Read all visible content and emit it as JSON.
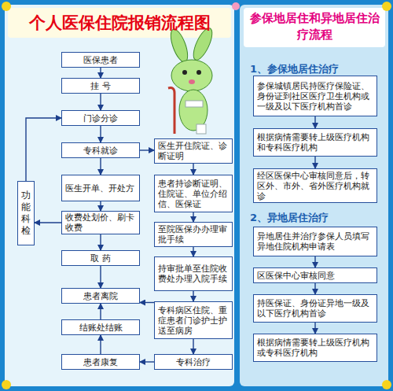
{
  "diagram": {
    "title": "个人医保住院报销流程图",
    "nodes": [
      {
        "text": [
          "医保患者"
        ]
      },
      {
        "text": [
          "挂 号"
        ]
      },
      {
        "text": [
          "门诊分诊"
        ]
      },
      {
        "text": [
          "专科就诊"
        ]
      },
      {
        "text": [
          "医生开单、开处方"
        ]
      },
      {
        "text": [
          "收费处划价、刷卡收费"
        ]
      },
      {
        "text": [
          "取 药"
        ]
      },
      {
        "text": [
          "患者离院"
        ]
      },
      {
        "text": [
          "结账处结账"
        ]
      },
      {
        "text": [
          "患者康复"
        ]
      },
      {
        "text": [
          "功能科检"
        ]
      },
      {
        "text": [
          "医生开住院证、诊断证明"
        ]
      },
      {
        "text": [
          "患者持诊断证明、住院证、单位介绍信、医保证"
        ]
      },
      {
        "text": [
          "至院医保办办理审批手续"
        ]
      },
      {
        "text": [
          "持审批单至住院收费处办理入院手续"
        ]
      },
      {
        "text": [
          "专科病区住院、重症患者门诊护士护送至病房"
        ]
      },
      {
        "text": [
          "专科治疗"
        ]
      },
      {
        "text": [
          "参保城镇居民持医疗保险证、身份证到社区医疗卫生机构或一级及以下医疗机构首诊"
        ]
      },
      {
        "text": [
          "根据病情需要转上级医疗机构和专科医疗机构"
        ]
      },
      {
        "text": [
          "经区医保中心审核同意后，转区外、市外、省外医疗机构就诊"
        ]
      },
      {
        "text": [
          "异地居住并治疗参保人员填写异地住院机构申请表"
        ]
      },
      {
        "text": [
          "区医保中心审核同意"
        ]
      },
      {
        "text": [
          "持医保证、身份证异地一级及以下医疗机构首诊"
        ]
      },
      {
        "text": [
          "根据病情需要转上级医疗机构或专科医疗机构"
        ]
      }
    ],
    "edges": [
      {
        "from": 0,
        "to": 1,
        "arrow": "to"
      },
      {
        "from": 1,
        "to": 2,
        "arrow": "to"
      },
      {
        "from": 2,
        "to": 3,
        "arrow": "to"
      },
      {
        "from": 3,
        "to": 4,
        "arrow": "to"
      },
      {
        "from": 4,
        "to": 5,
        "arrow": "to"
      },
      {
        "from": 5,
        "to": 6,
        "arrow": "to"
      },
      {
        "from": 6,
        "to": 7,
        "arrow": "to"
      },
      {
        "from": 9,
        "to": 8,
        "arrow": "to"
      },
      {
        "from": 8,
        "to": 7,
        "arrow": "to"
      },
      {
        "from": 5,
        "to": 10,
        "arrow": "to"
      },
      {
        "from": 10,
        "to": 2,
        "arrow": "to"
      },
      {
        "from": 3,
        "to": 11,
        "arrow": "to"
      },
      {
        "from": 11,
        "to": 12,
        "arrow": "to"
      },
      {
        "from": 12,
        "to": 13,
        "arrow": "to"
      },
      {
        "from": 13,
        "to": 14,
        "arrow": "to"
      },
      {
        "from": 14,
        "to": 15,
        "arrow": "to"
      },
      {
        "from": 15,
        "to": 16,
        "arrow": "to"
      },
      {
        "from": 15,
        "to": 7,
        "arrow": "to"
      },
      {
        "from": 16,
        "to": 9,
        "arrow": "to"
      },
      {
        "from": 17,
        "to": 18,
        "arrow": "to"
      },
      {
        "from": 18,
        "to": 19,
        "arrow": "to"
      },
      {
        "from": 20,
        "to": 21,
        "arrow": "to"
      },
      {
        "from": 21,
        "to": 22,
        "arrow": "to"
      },
      {
        "from": 22,
        "to": 23,
        "arrow": "to"
      }
    ],
    "labels": [
      "参保地居住和异地居住治疗流程",
      "1、参保地居住治疗",
      "2、异地居住治疗"
    ]
  }
}
